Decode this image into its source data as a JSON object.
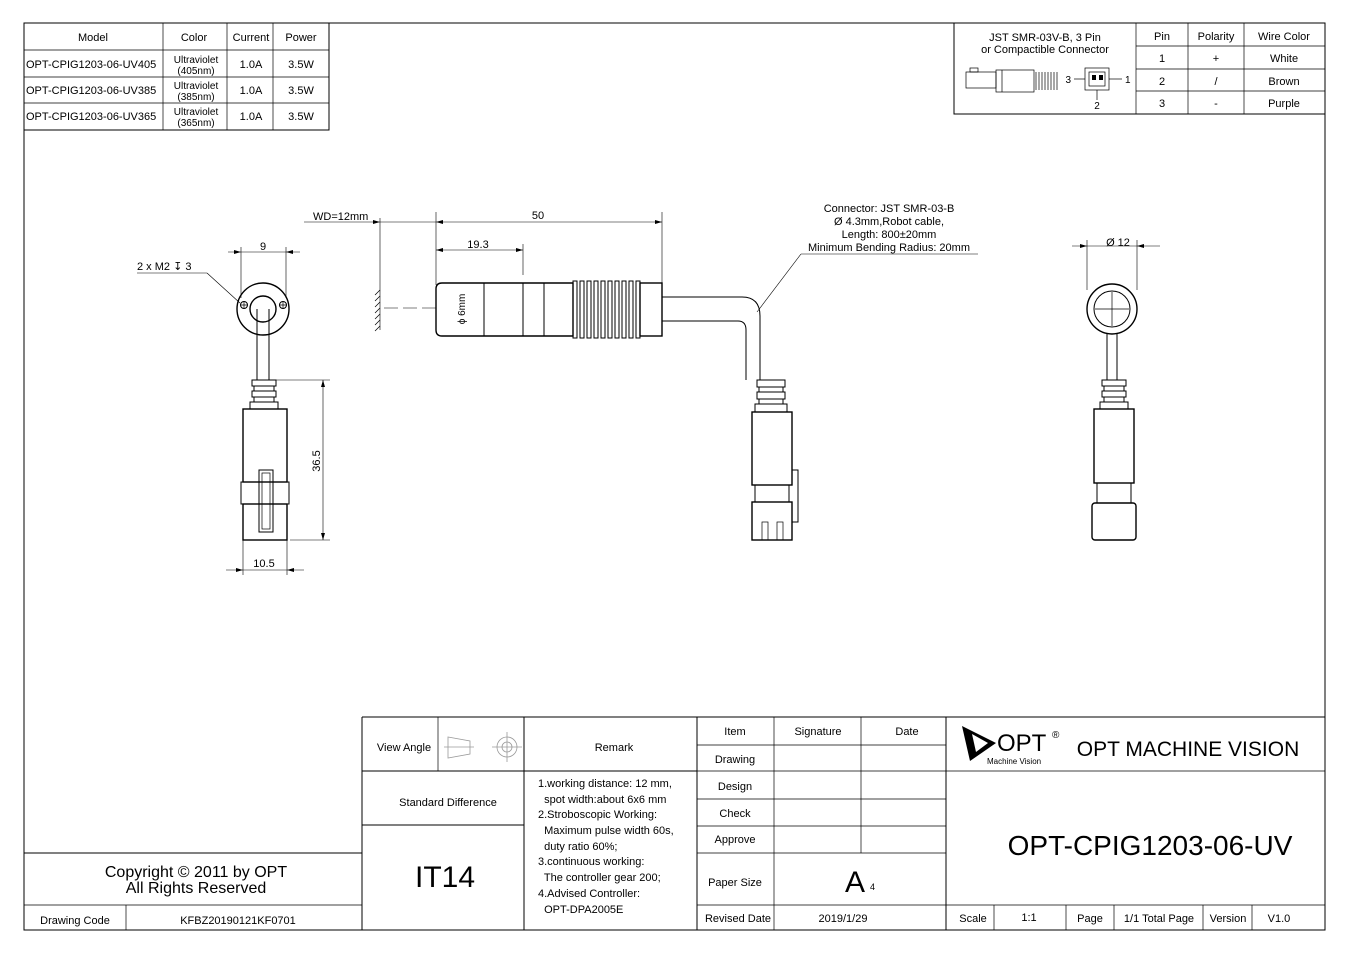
{
  "model_table": {
    "headers": [
      "Model",
      "Color",
      "Current",
      "Power"
    ],
    "rows": [
      {
        "model": "OPT-CPIG1203-06-UV405",
        "color_1": "Ultraviolet",
        "color_2": "(405nm)",
        "current": "1.0A",
        "power": "3.5W"
      },
      {
        "model": "OPT-CPIG1203-06-UV385",
        "color_1": "Ultraviolet",
        "color_2": "(385nm)",
        "current": "1.0A",
        "power": "3.5W"
      },
      {
        "model": "OPT-CPIG1203-06-UV365",
        "color_1": "Ultraviolet",
        "color_2": "(365nm)",
        "current": "1.0A",
        "power": "3.5W"
      }
    ]
  },
  "connector_table": {
    "title_1": "JST SMR-03V-B, 3 Pin",
    "title_2": "or Compactible Connector",
    "pin_labels": [
      "3",
      "1",
      "2"
    ],
    "headers": [
      "Pin",
      "Polarity",
      "Wire Color"
    ],
    "rows": [
      {
        "pin": "1",
        "polarity": "+",
        "wire": "White"
      },
      {
        "pin": "2",
        "polarity": "/",
        "wire": "Brown"
      },
      {
        "pin": "3",
        "polarity": "-",
        "wire": "Purple"
      }
    ]
  },
  "dimensions": {
    "left_width": "9",
    "screw_note": "2 x M2 ↧ 3",
    "height": "36.5",
    "bottom_width": "10.5",
    "wd": "WD=12mm",
    "total_length": "50",
    "body_length": "19.3",
    "spot_dia": "ϕ 6mm",
    "right_dia": "Ø 12"
  },
  "cable_note": {
    "line1": "Connector: JST SMR-03-B",
    "line2": "Ø 4.3mm,Robot cable,",
    "line3": "Length: 800±20mm",
    "line4": "Minimum Bending Radius: 20mm"
  },
  "title_block": {
    "view_angle": "View Angle",
    "remark_label": "Remark",
    "standard_difference": "Standard Difference",
    "tolerance": "IT14",
    "remarks": [
      "1.working distance: 12 mm,",
      "  spot width:about 6x6 mm",
      "2.Stroboscopic Working:",
      "  Maximum pulse width 60s,",
      "  duty ratio 60%;",
      "3.continuous working:",
      "  The controller gear 200;",
      "4.Advised Controller:",
      "  OPT-DPA2005E"
    ],
    "item": "Item",
    "signature": "Signature",
    "date": "Date",
    "drawing": "Drawing",
    "design": "Design",
    "check": "Check",
    "approve": "Approve",
    "paper_size_label": "Paper Size",
    "paper_size": "A",
    "paper_size_sub": "4",
    "revised_date_label": "Revised Date",
    "revised_date": "2019/1/29",
    "logo_text": "OPT",
    "logo_registered": "®",
    "logo_sub": "Machine Vision",
    "company": "OPT MACHINE VISION",
    "part_number": "OPT-CPIG1203-06-UV",
    "scale_label": "Scale",
    "scale": "1:1",
    "page_label": "Page",
    "page": "1/1 Total Page",
    "version_label": "Version",
    "version": "V1.0",
    "copyright_1": "Copyright © 2011 by OPT",
    "copyright_2": "All Rights Reserved",
    "drawing_code_label": "Drawing Code",
    "drawing_code": "KFBZ20190121KF0701"
  }
}
